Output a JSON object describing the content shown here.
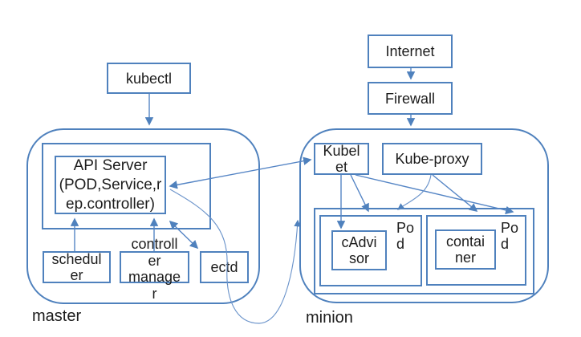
{
  "colors": {
    "accent": "#4f81bd",
    "connector": "#5585c5",
    "curve": "#6d95cb",
    "text": "#1c1c1c",
    "background": "#ffffff"
  },
  "nodes": {
    "kubectl": {
      "label": "kubectl"
    },
    "internet": {
      "label": "Internet"
    },
    "firewall": {
      "label": "Firewall"
    },
    "master": {
      "label": "master",
      "api_server": {
        "line1": "API Server",
        "line2": "(POD,Service,r",
        "line3": "ep.controller)"
      },
      "scheduler": {
        "line1": "schedul",
        "line2": "er"
      },
      "controller_manager": {
        "line1": "controll",
        "line2": "er",
        "line3": "manage",
        "line4": "r"
      },
      "etcd": {
        "label": "ectd"
      }
    },
    "minion": {
      "label": "minion",
      "kubelet": {
        "line1": "Kubel",
        "line2": "et"
      },
      "kube_proxy": {
        "label": "Kube-proxy"
      },
      "pod_left": {
        "label_line1": "Po",
        "label_line2": "d",
        "cadvisor": {
          "line1": "cAdvi",
          "line2": "sor"
        }
      },
      "pod_right": {
        "label_line1": "Po",
        "label_line2": "d",
        "container": {
          "line1": "contai",
          "line2": "ner"
        }
      }
    }
  },
  "edges": [
    {
      "from": "kubectl",
      "to": "master",
      "arrow": "single"
    },
    {
      "from": "Internet",
      "to": "Firewall",
      "arrow": "single"
    },
    {
      "from": "Firewall",
      "to": "minion",
      "arrow": "single"
    },
    {
      "from": "scheduler",
      "to": "API Server",
      "arrow": "single"
    },
    {
      "from": "controller manager",
      "to": "API Server",
      "arrow": "single"
    },
    {
      "from": "API Server",
      "to": "ectd",
      "arrow": "double"
    },
    {
      "from": "API Server",
      "to": "Kubelet",
      "arrow": "double"
    },
    {
      "from": "API Server",
      "to": "minion",
      "arrow": "single",
      "note": "curved path passing through ectd and below master"
    },
    {
      "from": "Kubelet",
      "to": "cAdvisor",
      "arrow": "single"
    },
    {
      "from": "Kubelet",
      "to": "Pod (left)",
      "arrow": "single"
    },
    {
      "from": "Kubelet",
      "to": "Pod (right)",
      "arrow": "single"
    },
    {
      "from": "Kube-proxy",
      "to": "Pod (left)",
      "arrow": "single",
      "note": "curved"
    },
    {
      "from": "Kube-proxy",
      "to": "Pod (right)",
      "arrow": "single"
    }
  ]
}
